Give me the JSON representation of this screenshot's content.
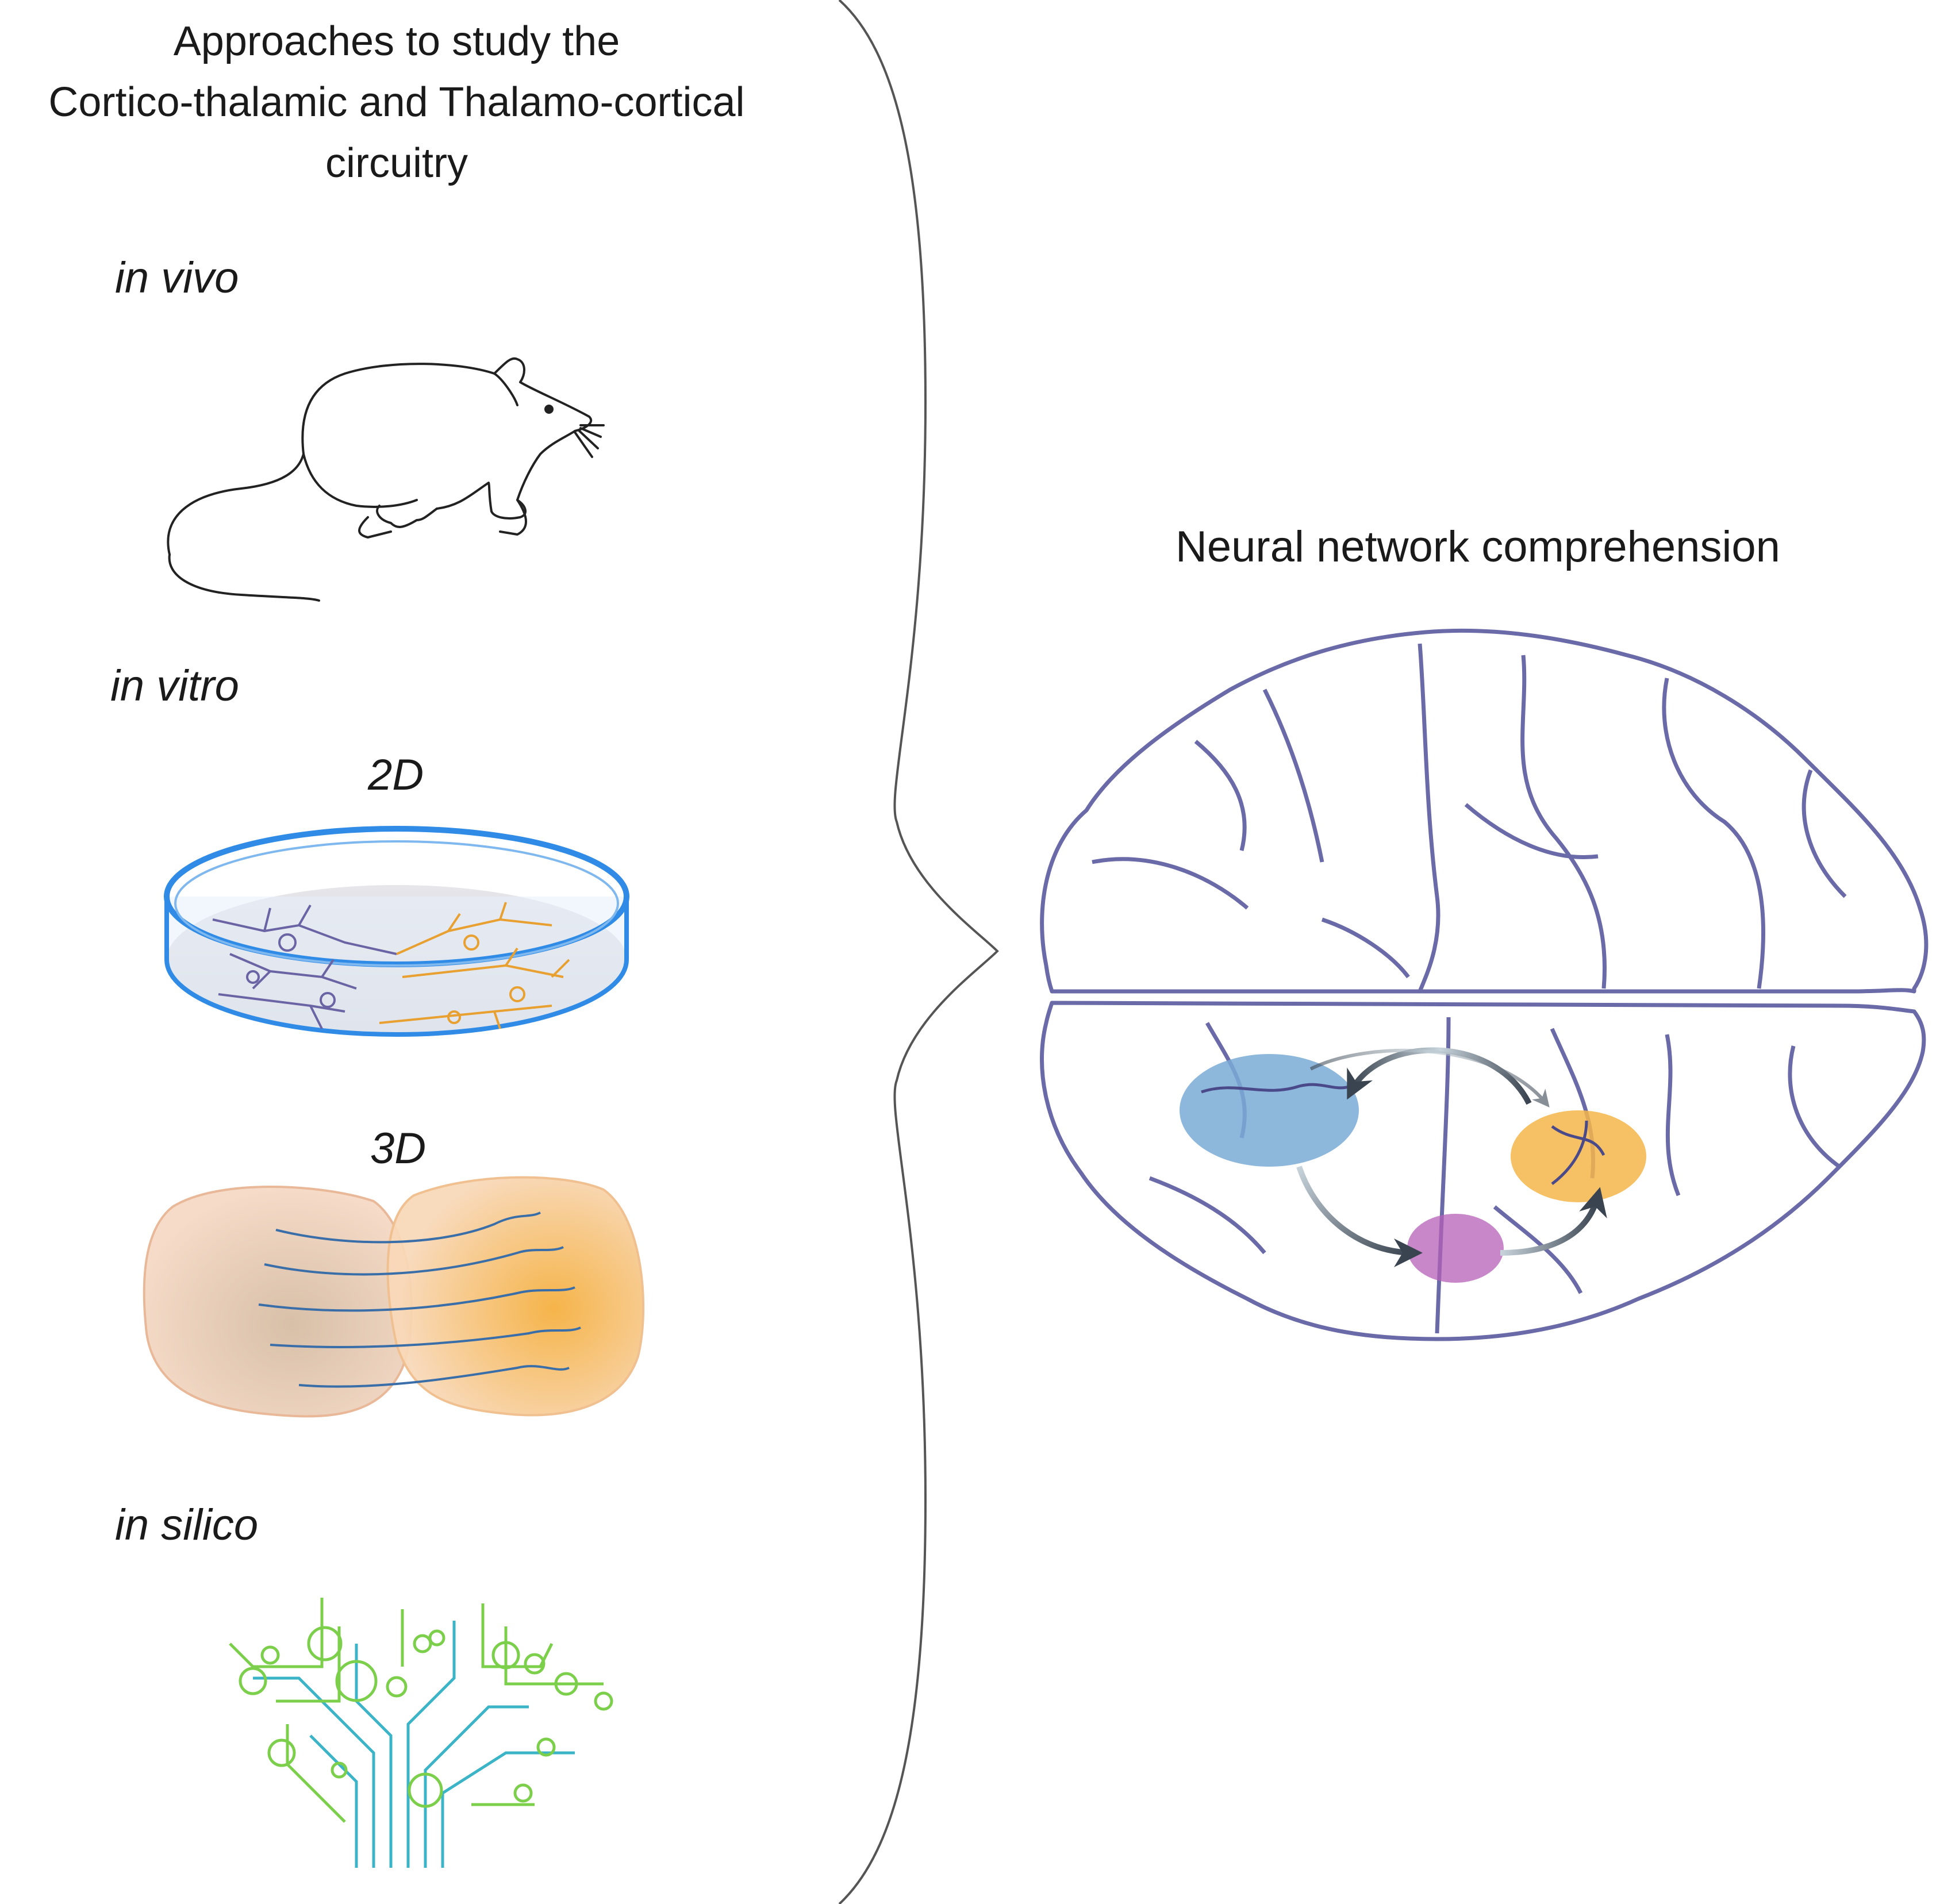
{
  "title": {
    "line1": "Approaches to study the",
    "line2": "Cortico-thalamic and Thalamo-cortical",
    "line3": "circuitry"
  },
  "approaches": {
    "in_vivo": "in vivo",
    "in_vitro": "in vitro",
    "two_d": "2D",
    "three_d": "3D",
    "in_silico": "in silico"
  },
  "right_heading": "Neural network comprehension",
  "icons": {
    "in_vivo": "rat-icon",
    "in_vitro_2d": "petri-dish-neurons-icon",
    "in_vitro_3d": "organoid-assembloid-icon",
    "in_silico": "circuit-tree-icon",
    "network": "brain-network-icon"
  },
  "colors": {
    "blue_region": "#7aaad6",
    "orange_region": "#f5b54a",
    "purple_region": "#b55fb5",
    "brain_outline": "#6a6aa8",
    "circuit_green": "#7ccf4a",
    "circuit_teal": "#3cb4c8",
    "dish_blue": "#2f8be6",
    "neuron_purple": "#6a64a4",
    "neuron_orange": "#e8a030"
  }
}
